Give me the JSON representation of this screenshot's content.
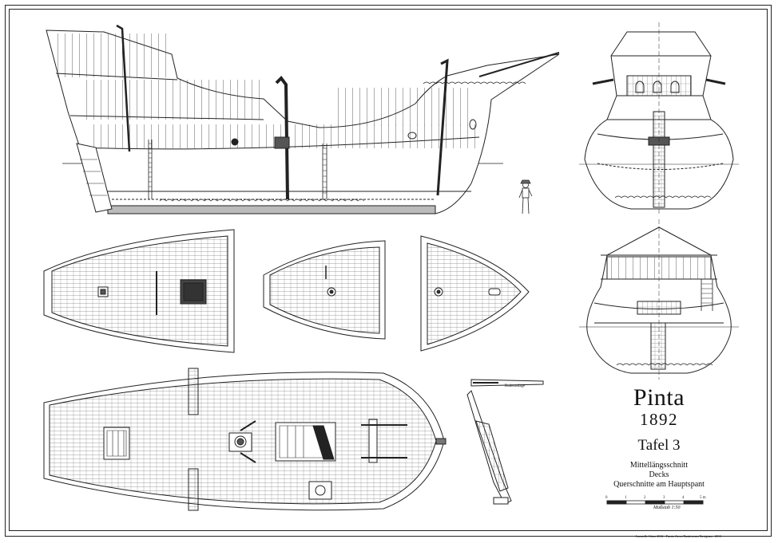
{
  "title": {
    "name": "Pinta",
    "year": "1892",
    "sheet": "Tafel 3"
  },
  "description": [
    "Mittellängsschnitt",
    "Decks",
    "Querschnitte am Hauptspant"
  ],
  "scale": {
    "ticks": [
      "0",
      "1",
      "2",
      "3",
      "4",
      "5 m"
    ],
    "caption": "Maßstab 1:50"
  },
  "rudder_label": "Ruderanlage",
  "footer": "Lazarelle Göser 2012 · Puerto Arcos Nauticorum Navigium · 2013",
  "colors": {
    "ink": "#222222",
    "deck_fill": "#ffffff",
    "hatch_dark": "#3a3a3a"
  }
}
